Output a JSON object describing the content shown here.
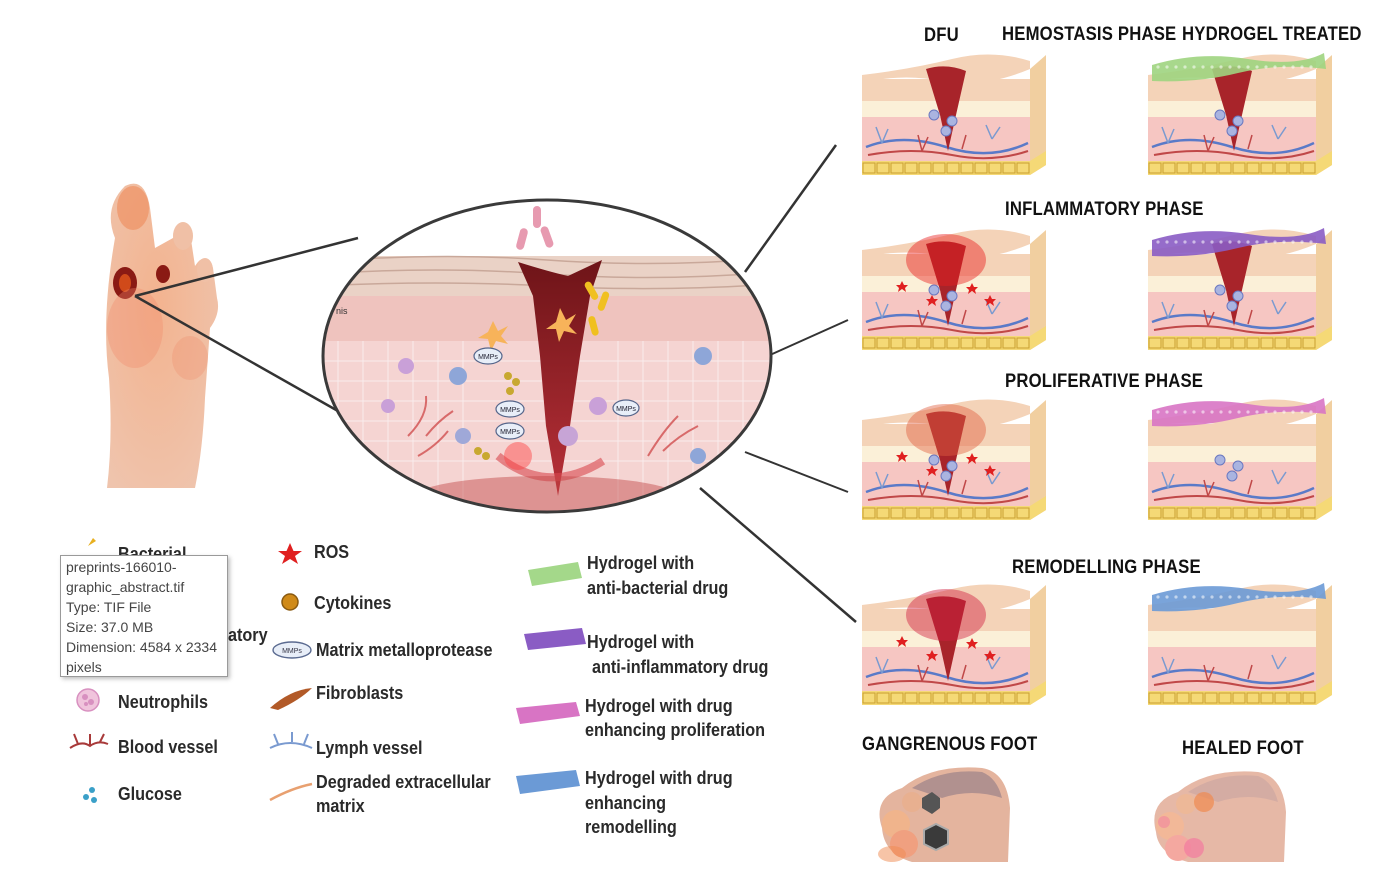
{
  "phases": {
    "dfu": "DFU",
    "hemostasis": "HEMOSTASIS PHASE",
    "hydrogel_treated": "HYDROGEL TREATED",
    "inflammatory": "INFLAMMATORY PHASE",
    "proliferative": "PROLIFERATIVE  PHASE",
    "remodelling": "REMODELLING  PHASE",
    "gangrenous": "GANGRENOUS FOOT",
    "healed": "HEALED FOOT"
  },
  "legend": {
    "bacterial": "Bacterial",
    "inflammatory_partial": "atory",
    "neutrophils": "Neutrophils",
    "blood_vessel": "Blood vessel",
    "glucose": "Glucose",
    "ros": "ROS",
    "cytokines": "Cytokines",
    "mmp": "Matrix metalloprotease",
    "fibroblasts": "Fibroblasts",
    "lymph_vessel": "Lymph vessel",
    "ecm_line1": "Degraded extracellular",
    "ecm_line2": "matrix",
    "hg_antibac_1": "Hydrogel with",
    "hg_antibac_2": "anti-bacterial drug",
    "hg_antiinf_1": "Hydrogel with",
    "hg_antiinf_2": "anti-inflammatory drug",
    "hg_prolif_1": "Hydrogel with drug",
    "hg_prolif_2": "enhancing proliferation",
    "hg_remod_1": "Hydrogel with drug",
    "hg_remod_2": "enhancing",
    "hg_remod_3": "remodelling"
  },
  "mmp_badge": "MMPs",
  "circle_partial_label": "nis",
  "tooltip": {
    "line1": "preprints-166010-",
    "line2": "graphic_abstract.tif",
    "line3": "Type: TIF File",
    "line4": "Size: 37.0 MB",
    "line5": "Dimension: 4584 x 2334",
    "line6": "pixels"
  },
  "colors": {
    "hydrogel_antibacterial": "#9ed47f",
    "hydrogel_antiinflammatory": "#8a5cc4",
    "hydrogel_proliferation": "#d874c4",
    "hydrogel_remodelling": "#6b9ad6",
    "skin_top": "#f4d3b8",
    "dermis": "#f6c6c2",
    "fat": "#f5d976",
    "wound": "#a8242a"
  }
}
